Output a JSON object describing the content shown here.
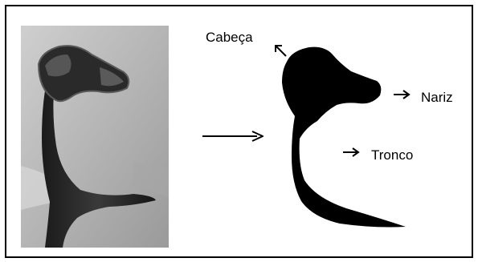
{
  "labels": {
    "head": "Cabeça",
    "nose": "Nariz",
    "trunk": "Tronco"
  },
  "colors": {
    "border": "#000000",
    "silhouette": "#000000",
    "photo_background": "#b8b8b8"
  }
}
